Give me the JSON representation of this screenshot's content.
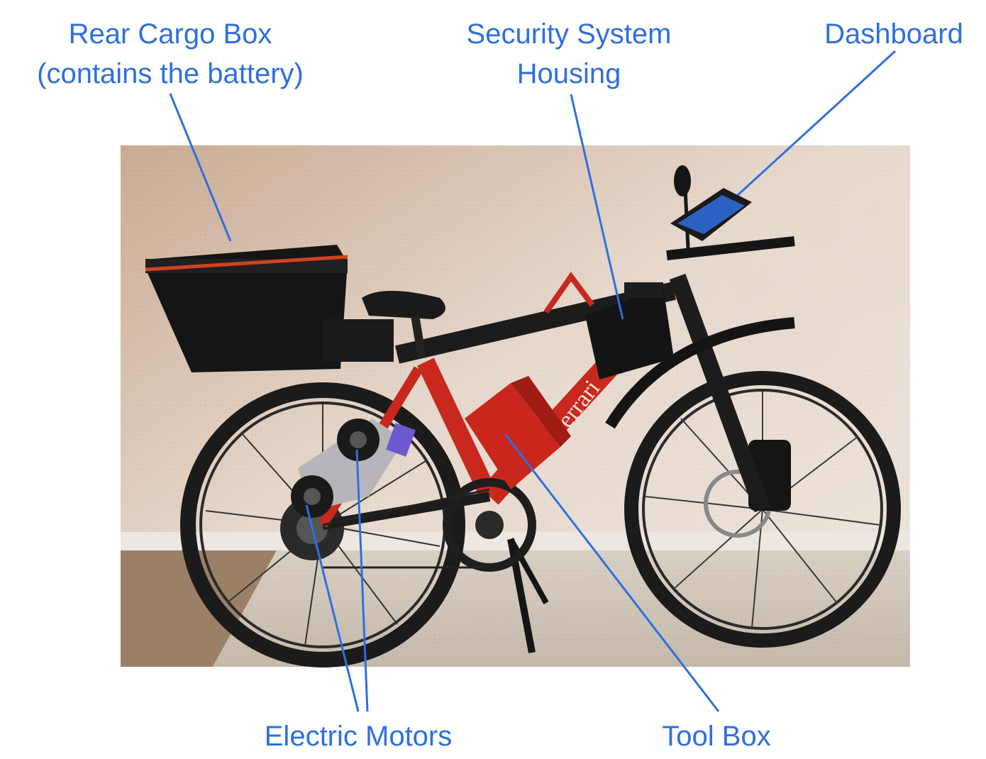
{
  "labels": {
    "rear_cargo_box": {
      "line1": "Rear Cargo Box",
      "line2": "(contains the battery)"
    },
    "security_system": {
      "line1": "Security System",
      "line2": "Housing"
    },
    "dashboard": "Dashboard",
    "electric_motors": "Electric Motors",
    "tool_box": "Tool Box"
  },
  "colors": {
    "label_text": "#2f6fe0",
    "leader_line": "#2f6fe0",
    "bike_frame": "#c8281e",
    "wall": "#e9dfd6",
    "carpet": "#cfc6b8",
    "boxes": "#141414"
  }
}
